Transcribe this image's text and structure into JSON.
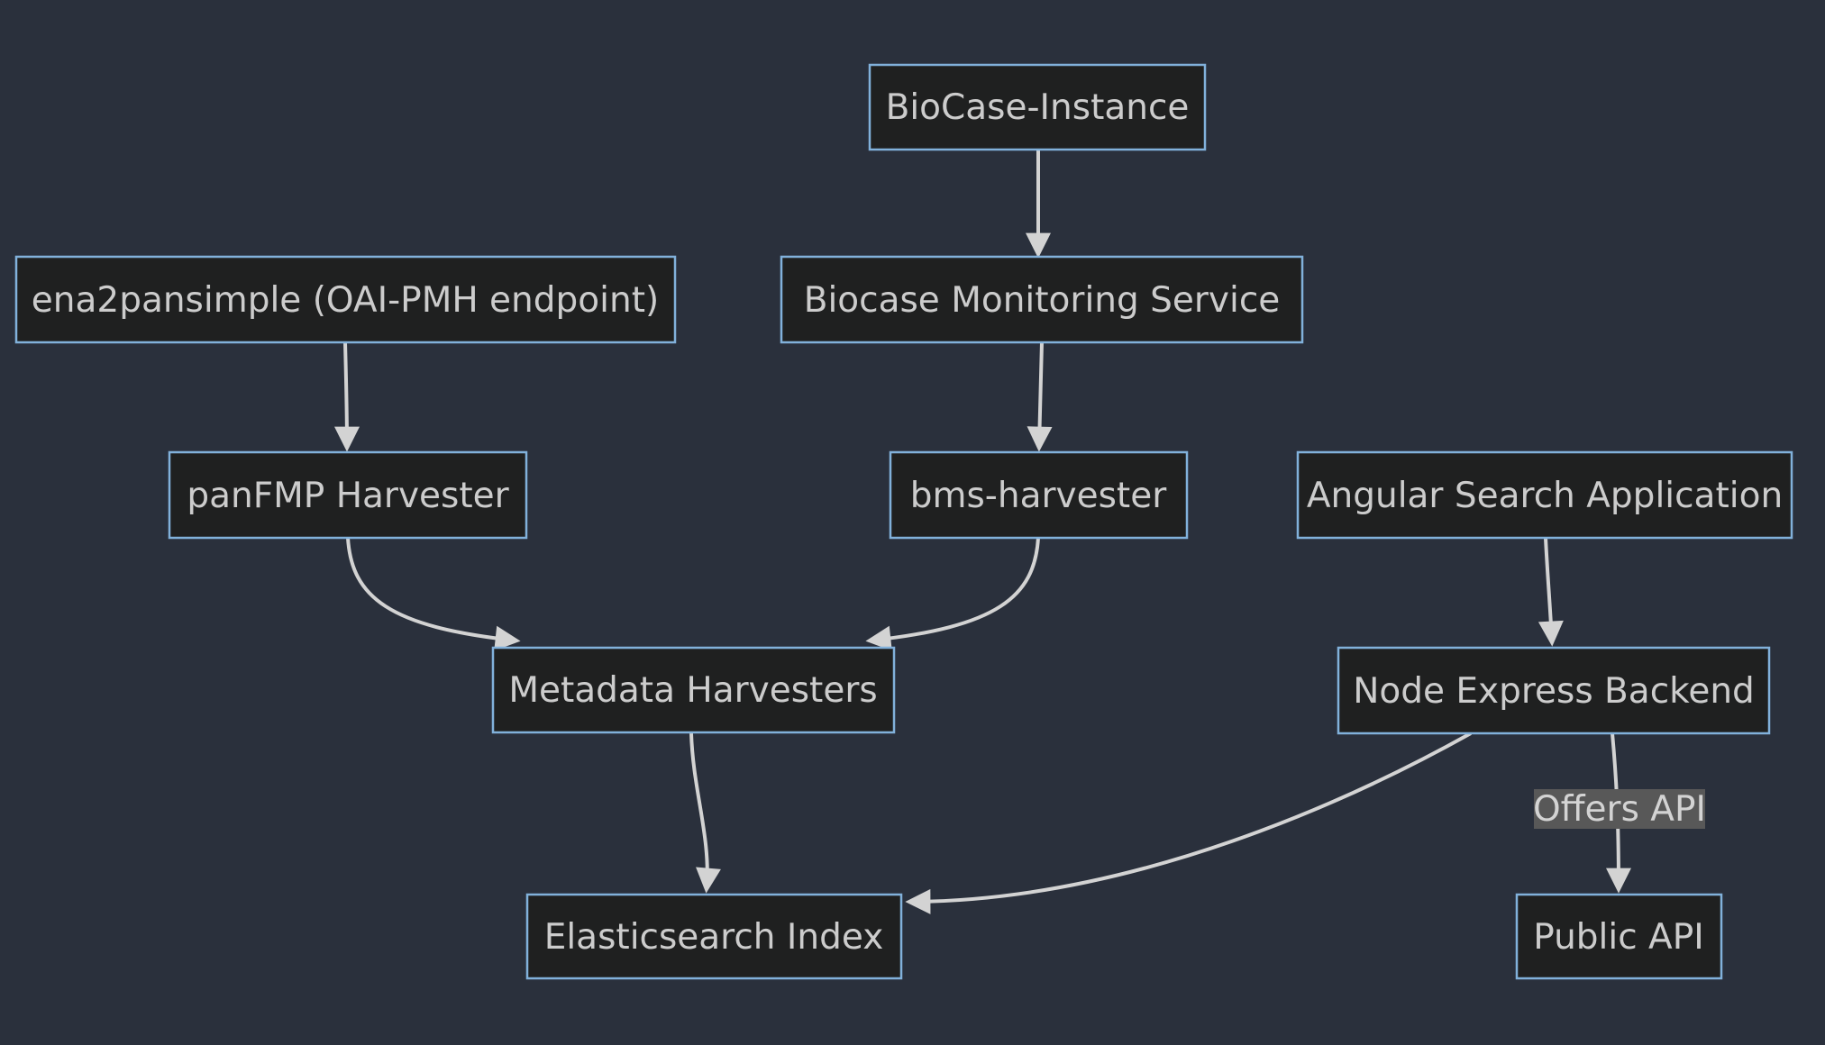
{
  "diagram": {
    "type": "flowchart",
    "direction": "top-down",
    "colors": {
      "background": "#2a303c",
      "node_fill": "#1f2020",
      "node_border": "#81b1db",
      "node_text": "#cccccc",
      "line_color": "#d3d3d3",
      "edge_label_bg": "#585858",
      "edge_label_text": "#d3d3d3"
    },
    "nodes": [
      {
        "id": "biocase-instance",
        "label": "BioCase-Instance"
      },
      {
        "id": "ena2pansimple",
        "label": "ena2pansimple (OAI-PMH endpoint)"
      },
      {
        "id": "biocase-monitoring-service",
        "label": "Biocase Monitoring Service"
      },
      {
        "id": "panfmp-harvester",
        "label": "panFMP Harvester"
      },
      {
        "id": "bms-harvester",
        "label": "bms-harvester"
      },
      {
        "id": "angular-search-application",
        "label": "Angular Search Application"
      },
      {
        "id": "metadata-harvesters",
        "label": "Metadata Harvesters"
      },
      {
        "id": "node-express-backend",
        "label": "Node Express Backend"
      },
      {
        "id": "elasticsearch-index",
        "label": "Elasticsearch Index"
      },
      {
        "id": "public-api",
        "label": "Public API"
      }
    ],
    "edges": [
      {
        "from": "biocase-instance",
        "to": "biocase-monitoring-service",
        "label": ""
      },
      {
        "from": "ena2pansimple",
        "to": "panfmp-harvester",
        "label": ""
      },
      {
        "from": "biocase-monitoring-service",
        "to": "bms-harvester",
        "label": ""
      },
      {
        "from": "panfmp-harvester",
        "to": "metadata-harvesters",
        "label": ""
      },
      {
        "from": "bms-harvester",
        "to": "metadata-harvesters",
        "label": ""
      },
      {
        "from": "angular-search-application",
        "to": "node-express-backend",
        "label": ""
      },
      {
        "from": "metadata-harvesters",
        "to": "elasticsearch-index",
        "label": ""
      },
      {
        "from": "node-express-backend",
        "to": "elasticsearch-index",
        "label": ""
      },
      {
        "from": "node-express-backend",
        "to": "public-api",
        "label": "Offers API"
      }
    ]
  }
}
